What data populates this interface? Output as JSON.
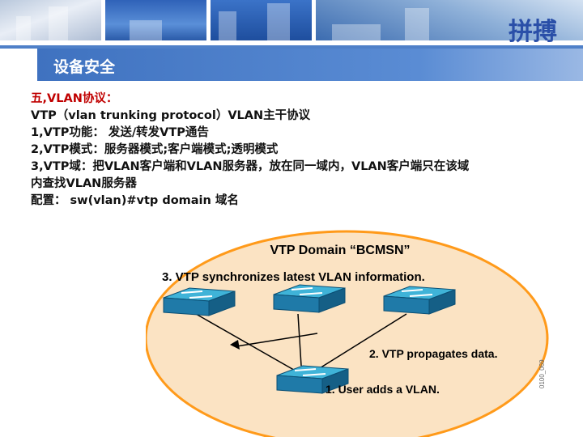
{
  "header": {
    "brand": "拼搏"
  },
  "slide": {
    "title": "设备安全",
    "lines": [
      "五,VLAN协议：",
      "VTP（vlan trunking  protocol）VLAN主干协议",
      "1,VTP功能：  发送/转发VTP通告",
      "2,VTP模式：服务器模式;客户端模式;透明模式",
      "3,VTP域：把VLAN客户端和VLAN服务器，放在同一域内，VLAN客户端只在该域",
      " 内查找VLAN服务器",
      " 配置：  sw(vlan)#vtp  domain  域名"
    ]
  },
  "diagram": {
    "domain_label": "VTP Domain “BCMSN”",
    "step3": "3. VTP synchronizes latest VLAN information.",
    "step2": "2. VTP propagates data.",
    "step1": "1. User adds a VLAN.",
    "figure_id": "0100_069",
    "colors": {
      "ellipse_fill": "#fbe3c3",
      "ellipse_stroke": "#ff9a1a",
      "switch_top": "#3fb3d8",
      "switch_side": "#1f7aa8"
    }
  }
}
